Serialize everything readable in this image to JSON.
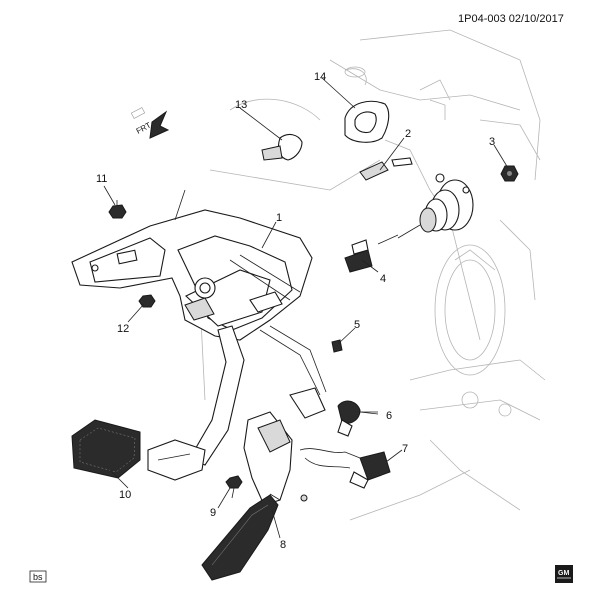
{
  "header": {
    "ref": "1P04-003 02/10/2017"
  },
  "direction": {
    "label": "FRT"
  },
  "callouts": [
    {
      "id": "1",
      "text": "1"
    },
    {
      "id": "2",
      "text": "2"
    },
    {
      "id": "3",
      "text": "3"
    },
    {
      "id": "4",
      "text": "4"
    },
    {
      "id": "5",
      "text": "5"
    },
    {
      "id": "6",
      "text": "6"
    },
    {
      "id": "7",
      "text": "7"
    },
    {
      "id": "8",
      "text": "8"
    },
    {
      "id": "9",
      "text": "9"
    },
    {
      "id": "10",
      "text": "10"
    },
    {
      "id": "11",
      "text": "11"
    },
    {
      "id": "12",
      "text": "12"
    },
    {
      "id": "13",
      "text": "13"
    },
    {
      "id": "14",
      "text": "14"
    }
  ],
  "footer": {
    "artist_code": "bs",
    "logo_text": "GM"
  }
}
